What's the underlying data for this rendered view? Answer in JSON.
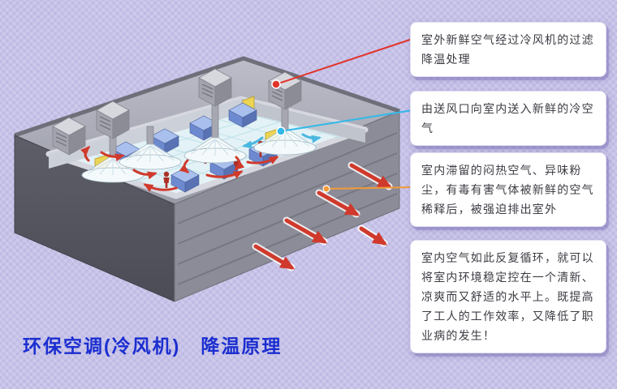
{
  "page": {
    "title": "环保空调(冷风机)　降温原理"
  },
  "colors": {
    "background": "#c6c2e8",
    "title": "#1b2ed0",
    "text": "#3c3c44",
    "callout_bg": "#ffffff",
    "callout_border": "#e2dff2",
    "connector_red": "#e2342b",
    "connector_cyan": "#31b8e9",
    "connector_orange": "#f29a38"
  },
  "illustration": {
    "name": "isometric-factory-evaporative-cooling-airflow-diagram",
    "roof_unit_count": 4
  },
  "callouts": [
    {
      "name": "outdoor-fresh-air",
      "connector": "red",
      "text": "室外新鲜空气经过冷风机的过滤降温处理"
    },
    {
      "name": "supply-air",
      "connector": "cyan",
      "text": "由送风口向室内送入新鲜的冷空气"
    },
    {
      "name": "exhaust-air",
      "connector": "orange",
      "text": "室内滞留的闷热空气、异味粉尘，有毒有害气体被新鲜的空气稀释后，被强迫排出室外"
    },
    {
      "name": "circulation-summary",
      "connector": "none",
      "text": "室内空气如此反复循环，就可以将室内环境稳定控在一个清新、凉爽而又舒适的水平上。既提高了工人的工作效率，又降低了职业病的发生！"
    }
  ]
}
